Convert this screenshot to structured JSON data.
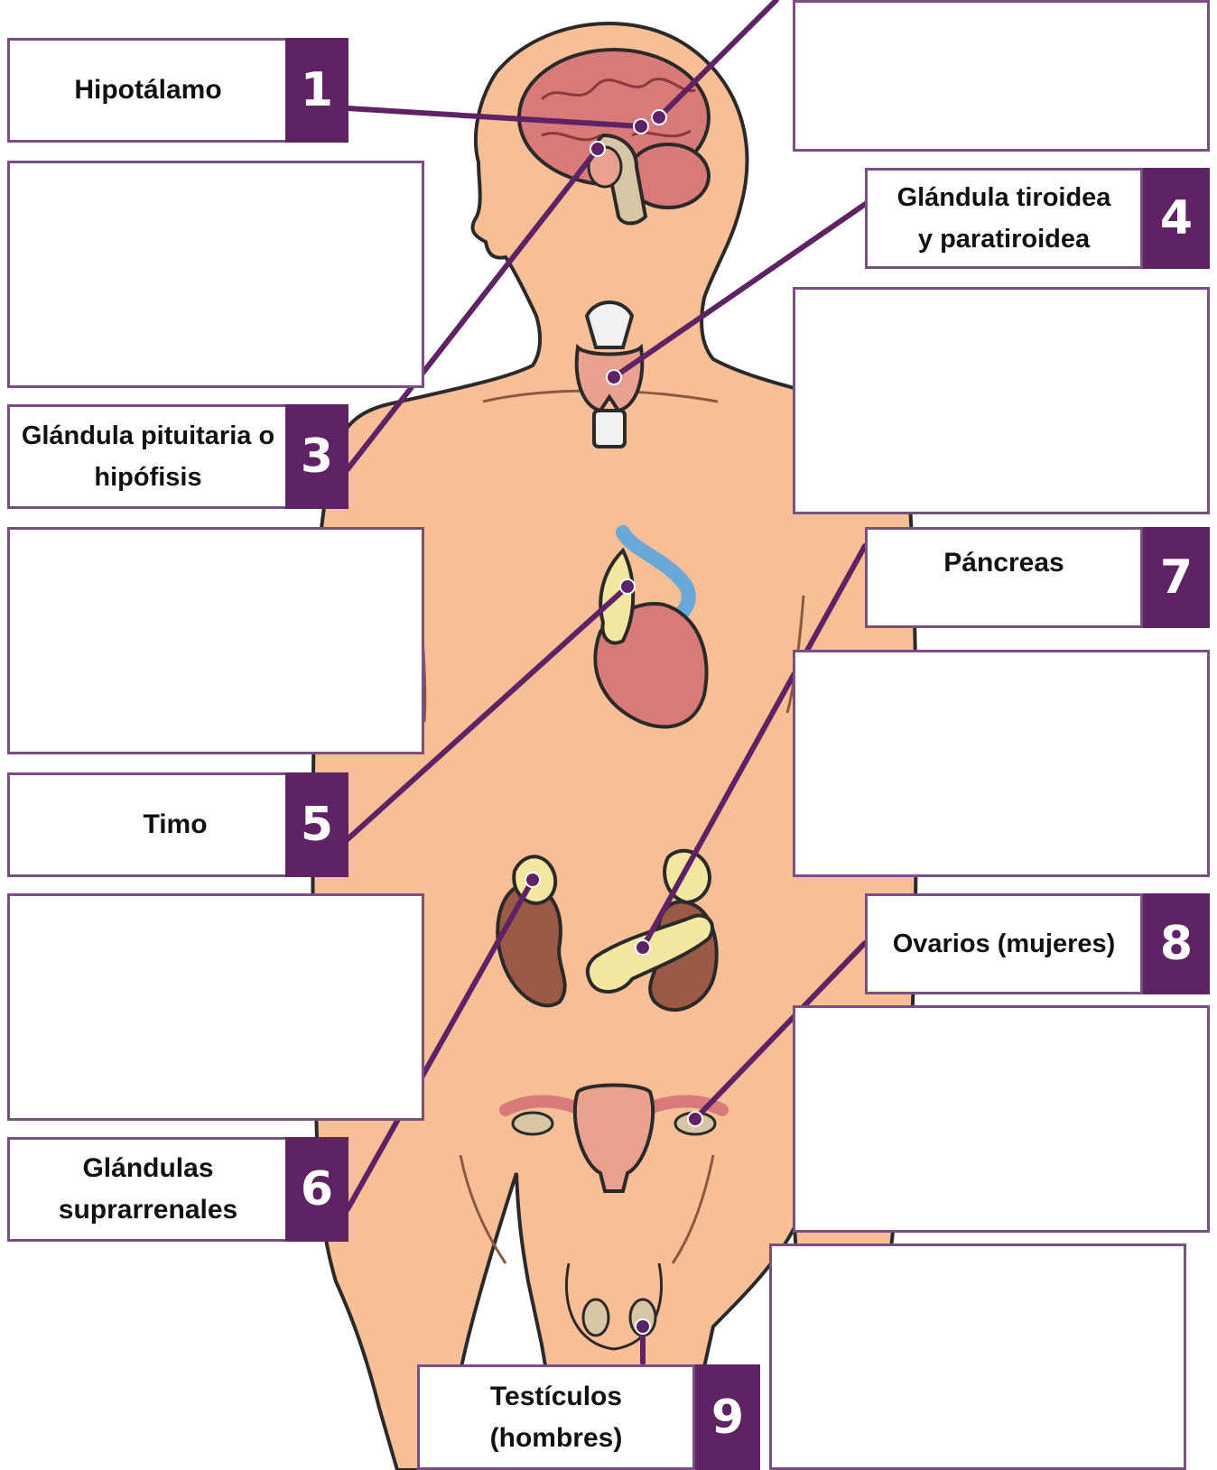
{
  "colors": {
    "skin": "#f8bf97",
    "skin_outline": "#2a2a2a",
    "accent": "#5e2265",
    "leader_line": "#5e2265",
    "box_border": "#7a4e84",
    "organ_red": "#d8797a",
    "organ_pink": "#e8a08f",
    "gland_yellow": "#f2e6a0",
    "kidney": "#9a5a47",
    "vessel_blue": "#6aa8d8",
    "cartilage": "#f1f1f1"
  },
  "labels": [
    {
      "number": "1",
      "text": "Hipotálamo"
    },
    {
      "number": "3",
      "text": "Glándula pituitaria o hipófisis"
    },
    {
      "number": "4",
      "text": "Glándula tiroidea y paratiroidea"
    },
    {
      "number": "5",
      "text": "Timo"
    },
    {
      "number": "6",
      "text": "Glándulas suprarrenales"
    },
    {
      "number": "7",
      "text": "Páncreas"
    },
    {
      "number": "8",
      "text": "Ovarios (mujeres)"
    },
    {
      "number": "9",
      "text": "Testículos (hombres)"
    }
  ],
  "answer_boxes": [
    "",
    "",
    "",
    "",
    "",
    "",
    "",
    "",
    ""
  ]
}
